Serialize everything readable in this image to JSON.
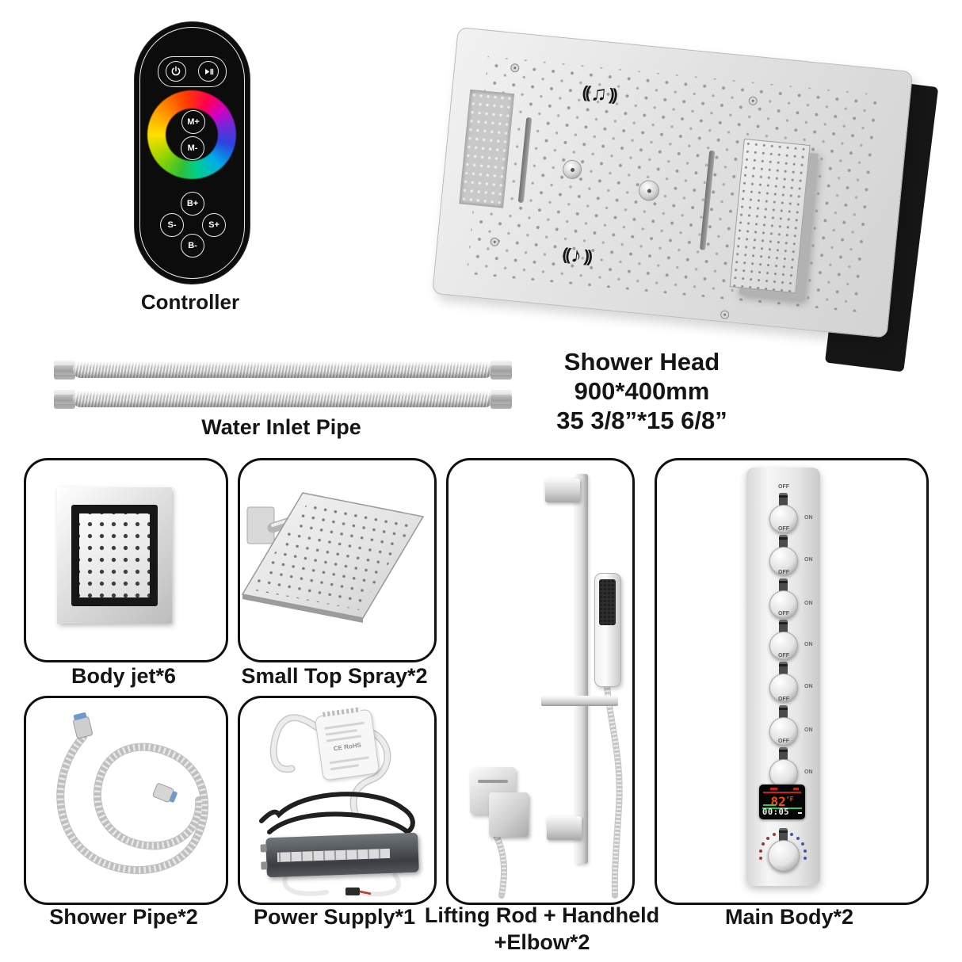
{
  "controller": {
    "label": "Controller",
    "buttons": {
      "m_plus": "M+",
      "m_minus": "M-",
      "b_plus": "B+",
      "s_minus": "S-",
      "s_plus": "S+",
      "b_minus": "B-"
    }
  },
  "shower_head": {
    "name": "Shower Head",
    "size_mm": "900*400mm",
    "size_in": "35 3/8”*15 6/8”",
    "music_note_top": "♫",
    "music_note_bottom": "♪",
    "wave_left": "((",
    "wave_right": "))"
  },
  "water_inlet_pipe": {
    "label": "Water Inlet Pipe"
  },
  "parts": {
    "body_jet": {
      "label": "Body jet*6"
    },
    "small_top_spray": {
      "label": "Small Top Spray*2"
    },
    "shower_pipe": {
      "label": "Shower Pipe*2"
    },
    "power_supply": {
      "label": "Power Supply*1",
      "ce_mark": "CE RoHS"
    },
    "lifting_rod": {
      "label_line1": "Lifting Rod + Handheld",
      "label_line2": "+Elbow*2"
    },
    "main_body": {
      "label": "Main Body*2",
      "valve_off": "OFF",
      "valve_on": "ON",
      "display": {
        "temp": "82",
        "unit": "°F",
        "timer": "00:05"
      }
    }
  },
  "colors": {
    "display_temp": "#ff4b00",
    "display_timer": "#f0f0f0",
    "display_line_red": "#cc2211",
    "display_line_green": "#2ec84a",
    "hot_dots": "#a23636",
    "cold_dots": "#4056b2"
  }
}
